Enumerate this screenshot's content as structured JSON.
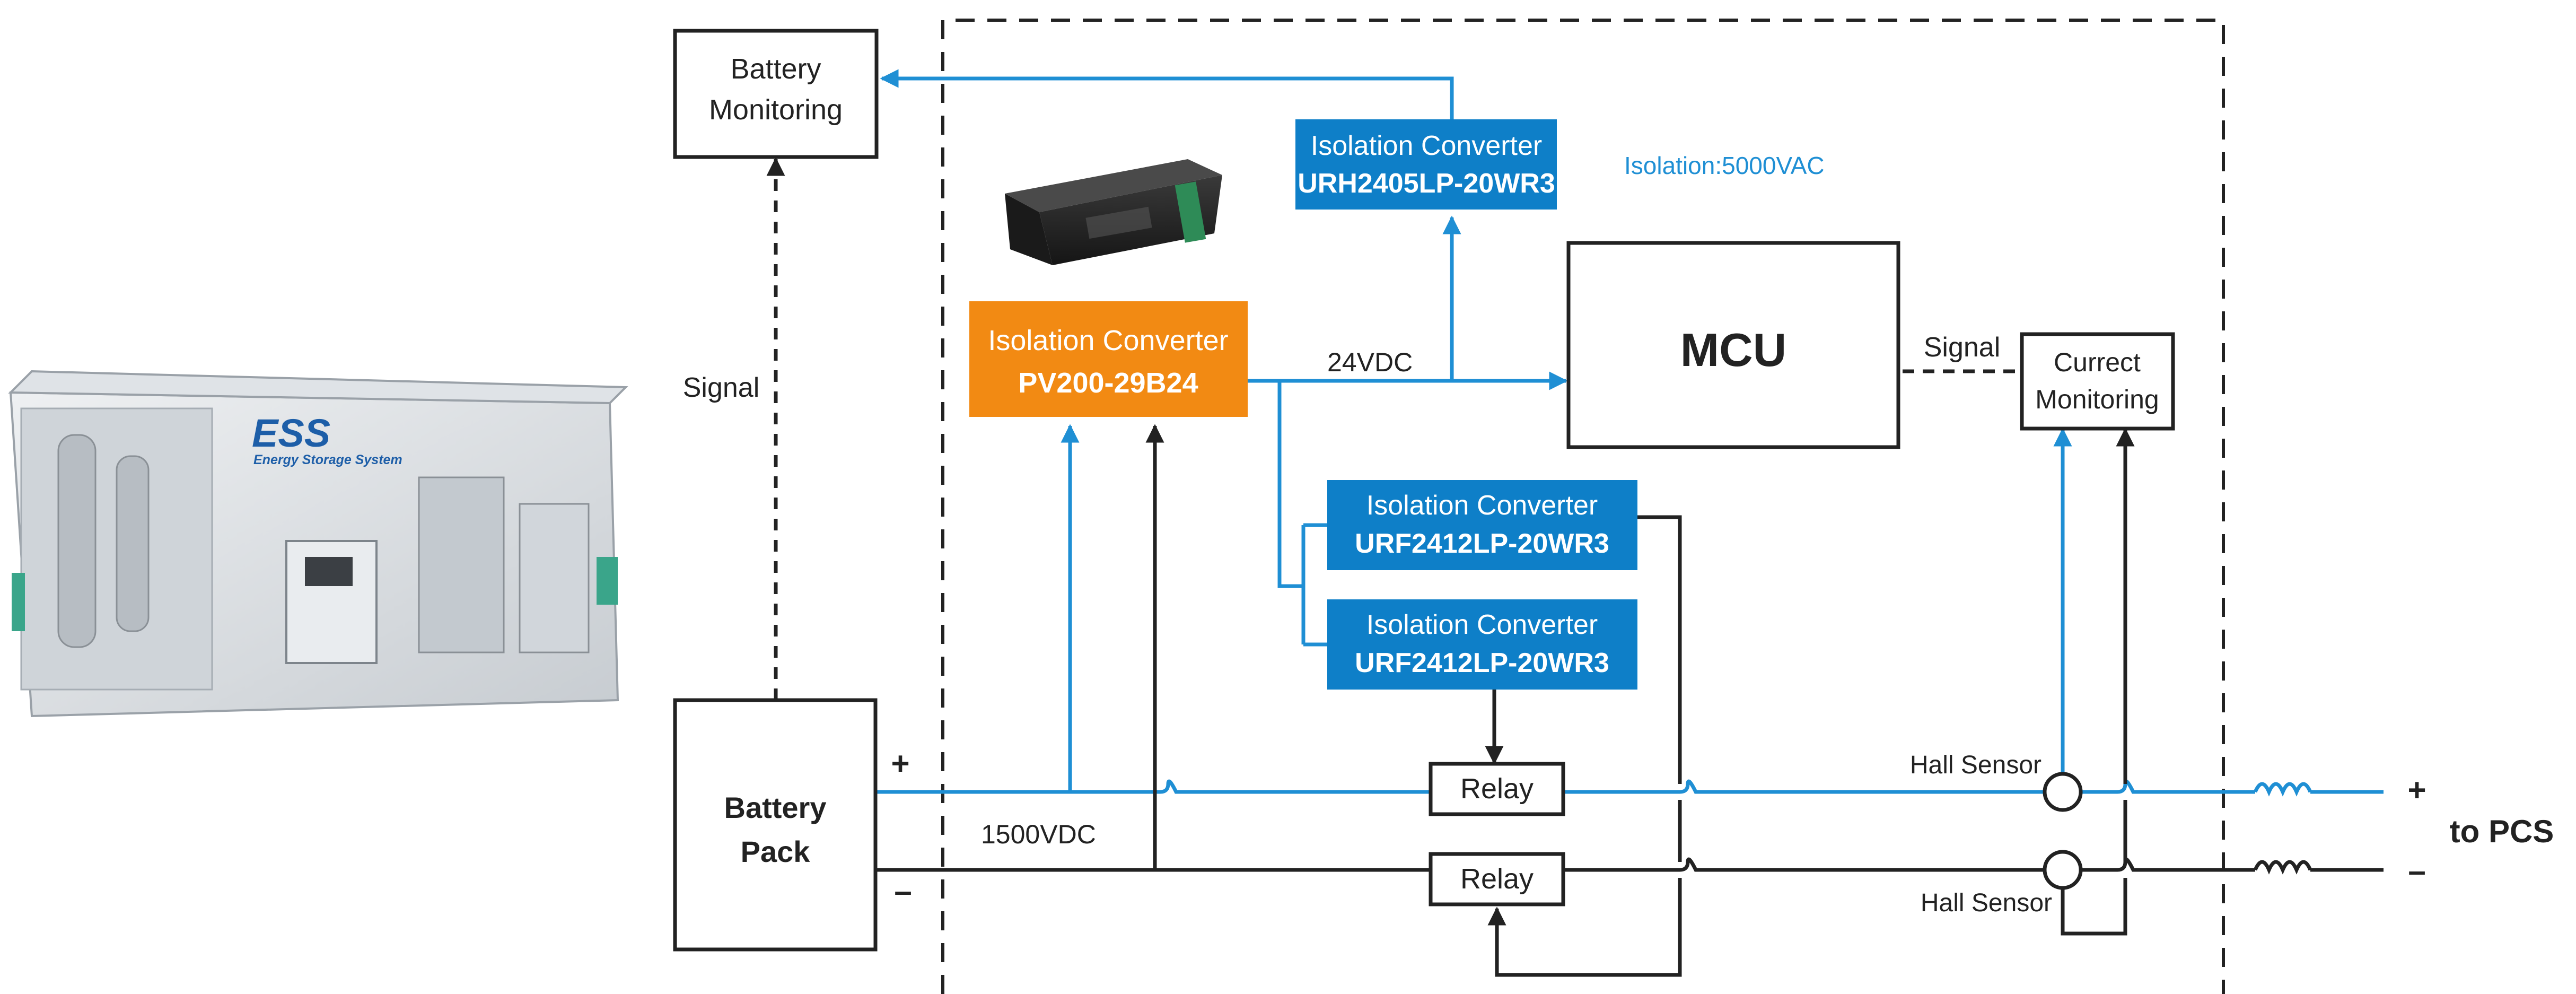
{
  "colors": {
    "blue_block": "#0e7fc8",
    "orange_block": "#f28a13",
    "line_blue": "#1f8fd4",
    "line_black": "#222222"
  },
  "ess": {
    "title": "ESS",
    "subtitle": "Energy Storage System"
  },
  "blocks": {
    "battery_monitoring": [
      "Battery",
      "Monitoring"
    ],
    "iso_urh": [
      "Isolation Converter",
      "URH2405LP-20WR3"
    ],
    "iso_pv": [
      "Isolation Converter",
      "PV200-29B24"
    ],
    "iso_urf1": [
      "Isolation Converter",
      "URF2412LP-20WR3"
    ],
    "iso_urf2": [
      "Isolation Converter",
      "URF2412LP-20WR3"
    ],
    "mcu": "MCU",
    "current_monitoring": [
      "Currect",
      "Monitoring"
    ],
    "battery_pack": [
      "Battery",
      "Pack"
    ],
    "relay_top": "Relay",
    "relay_bottom": "Relay"
  },
  "labels": {
    "signal_left": "Signal",
    "signal_right": "Signal",
    "isolation_note": "Isolation:5000VAC",
    "vdc_24": "24VDC",
    "vdc_1500": "1500VDC",
    "hall_top": "Hall Sensor",
    "hall_bottom": "Hall Sensor",
    "plus_left": "+",
    "minus_left": "–",
    "plus_right": "+",
    "minus_right": "–",
    "to_pcs": "to PCS"
  }
}
